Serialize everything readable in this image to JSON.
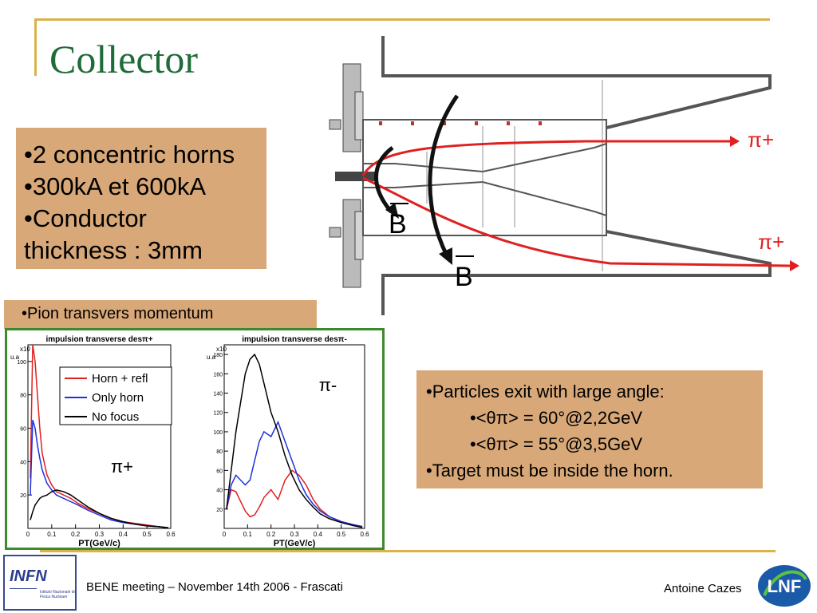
{
  "slide": {
    "title": "Collector",
    "box1": [
      "•2 concentric horns",
      "•300kA et 600kA",
      "•Conductor",
      "thickness : 3mm"
    ],
    "box2": "•Pion transvers momentum",
    "box3": {
      "line1": "•Particles exit with large angle:",
      "line2": "•<θπ> = 60°@2,2GeV",
      "line3": "•<θπ> = 55°@3,5GeV",
      "line4": "•Target must be inside the horn."
    },
    "footer": {
      "meeting": "BENE meeting – November 14th 2006 - Frascati",
      "author": "Antoine Cazes",
      "infn_logo": "INFN",
      "infn_sub": "Istituto Nazionale di Fisica Nucleare",
      "lnf_logo": "LNF"
    }
  },
  "diagram": {
    "labels": {
      "pi_plus_top": "π+",
      "pi_plus_bottom": "π+",
      "b_inner": "B",
      "b_outer": "B"
    },
    "colors": {
      "track": "#e02020",
      "horn": "#555555",
      "field": "#111111"
    }
  },
  "chart_data": [
    {
      "type": "line",
      "title": "impulsion transverse desπ+",
      "xlabel": "PT(GeV/c)",
      "ylabel": "u.a",
      "y_exponent": "x10",
      "annotation": "π+",
      "xlim": [
        0,
        0.6
      ],
      "ylim": [
        0,
        110
      ],
      "x_ticks": [
        "0",
        "0.1",
        "0.2",
        "0.3",
        "0.4",
        "0.5",
        "0.6"
      ],
      "y_ticks": [
        "20",
        "40",
        "60",
        "80",
        "100"
      ],
      "x": [
        0.01,
        0.02,
        0.03,
        0.04,
        0.05,
        0.06,
        0.08,
        0.1,
        0.12,
        0.15,
        0.18,
        0.21,
        0.25,
        0.3,
        0.35,
        0.4,
        0.45,
        0.5,
        0.55,
        0.59
      ],
      "series": [
        {
          "name": "Horn + refl",
          "color": "#e02020",
          "values": [
            30,
            110,
            100,
            80,
            60,
            45,
            32,
            26,
            22,
            20,
            18,
            15,
            12,
            9,
            6,
            4,
            3,
            2,
            1,
            0.5
          ]
        },
        {
          "name": "Only horn",
          "color": "#2030e0",
          "values": [
            20,
            65,
            60,
            50,
            42,
            35,
            27,
            23,
            20,
            18,
            16,
            14,
            11,
            8,
            5,
            3.5,
            2.5,
            1.5,
            1,
            0.4
          ]
        },
        {
          "name": "No focus",
          "color": "#000000",
          "values": [
            5,
            10,
            14,
            16,
            18,
            19,
            20,
            22,
            23,
            22,
            20,
            17,
            13,
            9,
            6,
            4,
            2.5,
            1.5,
            1,
            0.3
          ]
        }
      ]
    },
    {
      "type": "line",
      "title": "impulsion transverse desπ-",
      "xlabel": "PT(GeV/c)",
      "ylabel": "u.a",
      "y_exponent": "x10",
      "annotation": "π-",
      "xlim": [
        0,
        0.6
      ],
      "ylim": [
        0,
        190
      ],
      "x_ticks": [
        "0",
        "0.1",
        "0.2",
        "0.3",
        "0.4",
        "0.5",
        "0.6"
      ],
      "y_ticks": [
        "20",
        "40",
        "60",
        "80",
        "100",
        "120",
        "140",
        "160",
        "180"
      ],
      "x": [
        0.01,
        0.03,
        0.05,
        0.07,
        0.09,
        0.11,
        0.13,
        0.15,
        0.17,
        0.2,
        0.23,
        0.26,
        0.29,
        0.32,
        0.35,
        0.38,
        0.41,
        0.45,
        0.5,
        0.55,
        0.59
      ],
      "series": [
        {
          "name": "Horn + refl",
          "color": "#e02020",
          "values": [
            20,
            40,
            38,
            28,
            18,
            12,
            14,
            22,
            32,
            40,
            30,
            50,
            60,
            55,
            45,
            30,
            20,
            12,
            7,
            4,
            2
          ]
        },
        {
          "name": "Only horn",
          "color": "#2030e0",
          "values": [
            20,
            45,
            55,
            50,
            45,
            50,
            70,
            90,
            100,
            95,
            110,
            90,
            70,
            50,
            35,
            25,
            18,
            12,
            7,
            4,
            2
          ]
        },
        {
          "name": "No focus",
          "color": "#000000",
          "values": [
            20,
            60,
            100,
            130,
            160,
            175,
            180,
            170,
            150,
            120,
            100,
            75,
            55,
            40,
            30,
            22,
            15,
            10,
            6,
            3,
            1
          ]
        }
      ]
    }
  ]
}
